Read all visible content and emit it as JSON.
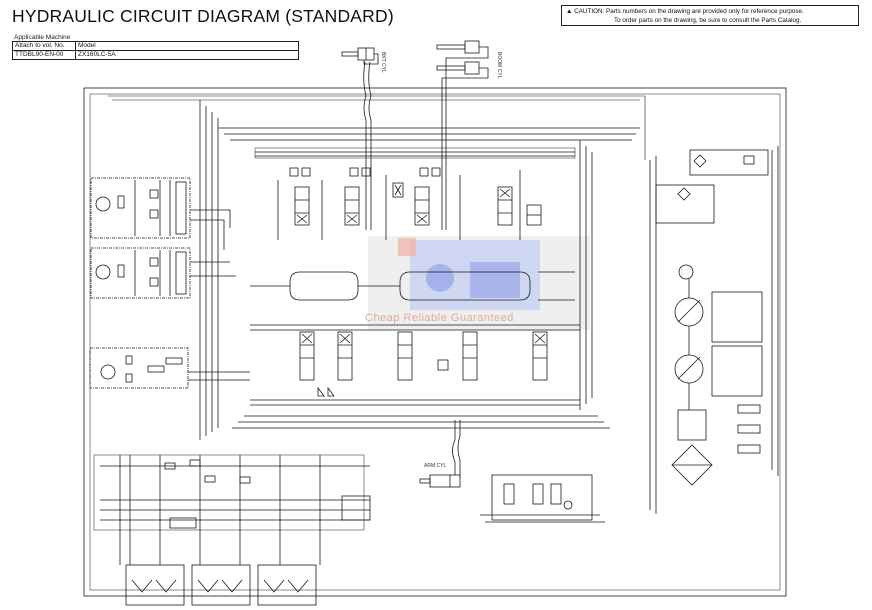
{
  "header": {
    "title": "HYDRAULIC CIRCUIT DIAGRAM (STANDARD)",
    "applicable_machine_label": "Applicable Machine",
    "table": {
      "headers": [
        "Attach to vol. No.",
        "Model"
      ],
      "rows": [
        [
          "TTDBL90-EN-00",
          "ZX160LC-5A"
        ]
      ]
    }
  },
  "caution": {
    "icon": "warning-triangle-icon",
    "line1": "CAUTION: Parts numbers on the drawing are provided only for reference purpose.",
    "line2": "To order parts on the drawing, be sure to consult the Parts Catalog."
  },
  "components": {
    "bucket_cylinder_label": "BKT CYL",
    "boom_cylinder_label": "BOOM CYL",
    "arm_cylinder_label": "ARM CYL"
  },
  "watermark": {
    "text": "Cheap Reliable Guaranteed",
    "colors": {
      "blue": "#3d5bd1",
      "red": "#e05a4a",
      "gray": "#9a9a9a"
    }
  },
  "colors": {
    "line": "#1a1a1a",
    "background": "#ffffff"
  }
}
